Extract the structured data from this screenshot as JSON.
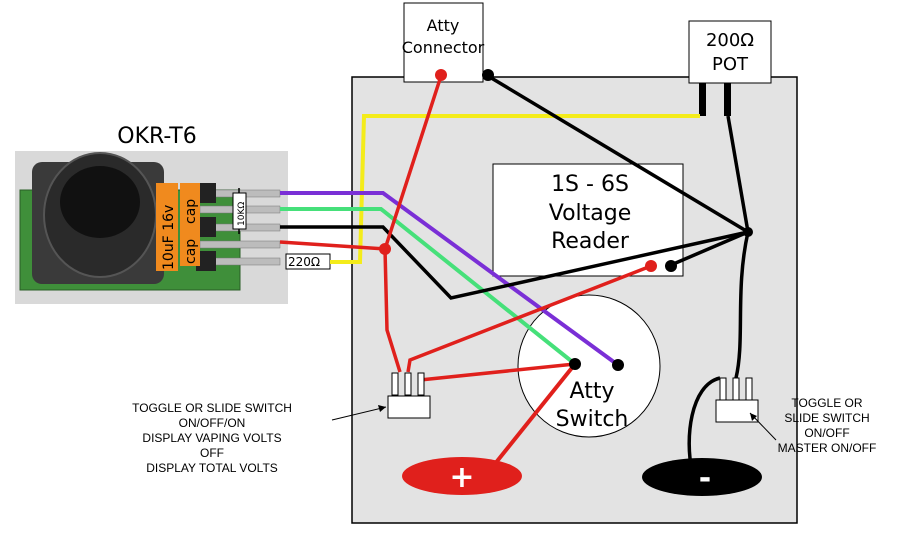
{
  "module": {
    "label": "OKR-T6"
  },
  "caps": {
    "cap1": "10uF 16v",
    "cap2": "cap",
    "cap3": "cap"
  },
  "resistors": {
    "r1": "10KΩ",
    "r2": "220Ω"
  },
  "atty_connector": {
    "line1": "Atty",
    "line2": "Connector"
  },
  "pot": {
    "line1": "200Ω",
    "line2": "POT"
  },
  "voltage_reader": {
    "line1": "1S - 6S",
    "line2": "Voltage",
    "line3": "Reader"
  },
  "atty_switch": {
    "line1": "Atty",
    "line2": "Switch"
  },
  "left_switch_note": {
    "line1": "TOGGLE OR SLIDE SWITCH",
    "line2": "ON/OFF/ON",
    "line3": "DISPLAY VAPING VOLTS",
    "line4": "OFF",
    "line5": "DISPLAY TOTAL VOLTS"
  },
  "right_switch_note": {
    "line1": "TOGGLE OR",
    "line2": "SLIDE SWITCH",
    "line3": "ON/OFF",
    "line4": "MASTER ON/OFF"
  },
  "battery": {
    "plus": "+",
    "minus": "-"
  },
  "colors": {
    "red": "#e0201c",
    "black": "#000000",
    "yellow": "#f4ec1a",
    "purple": "#7a2fd6",
    "green": "#46e07a",
    "box": "#e3e3e3",
    "cap_orange": "#f08a1e"
  }
}
